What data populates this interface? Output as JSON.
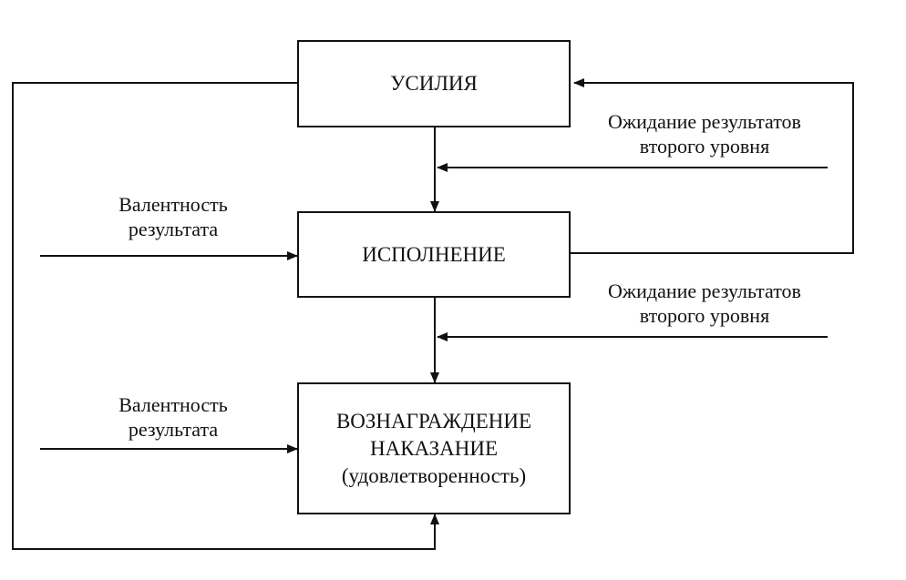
{
  "diagram": {
    "nodes": {
      "effort": {
        "lines": [
          "УСИЛИЯ"
        ]
      },
      "performance": {
        "lines": [
          "ИСПОЛНЕНИЕ"
        ]
      },
      "reward": {
        "lines": [
          "ВОЗНАГРАЖДЕНИЕ",
          "НАКАЗАНИЕ",
          "(удовлетворенность)"
        ]
      }
    },
    "labels": {
      "expectation_1": [
        "Ожидание результатов",
        "второго уровня"
      ],
      "expectation_2": [
        "Ожидание результатов",
        "второго уровня"
      ],
      "valence_1": [
        "Валентность",
        "результата"
      ],
      "valence_2": [
        "Валентность",
        "результата"
      ]
    },
    "colors": {
      "stroke": "#111111",
      "background": "#ffffff"
    }
  }
}
